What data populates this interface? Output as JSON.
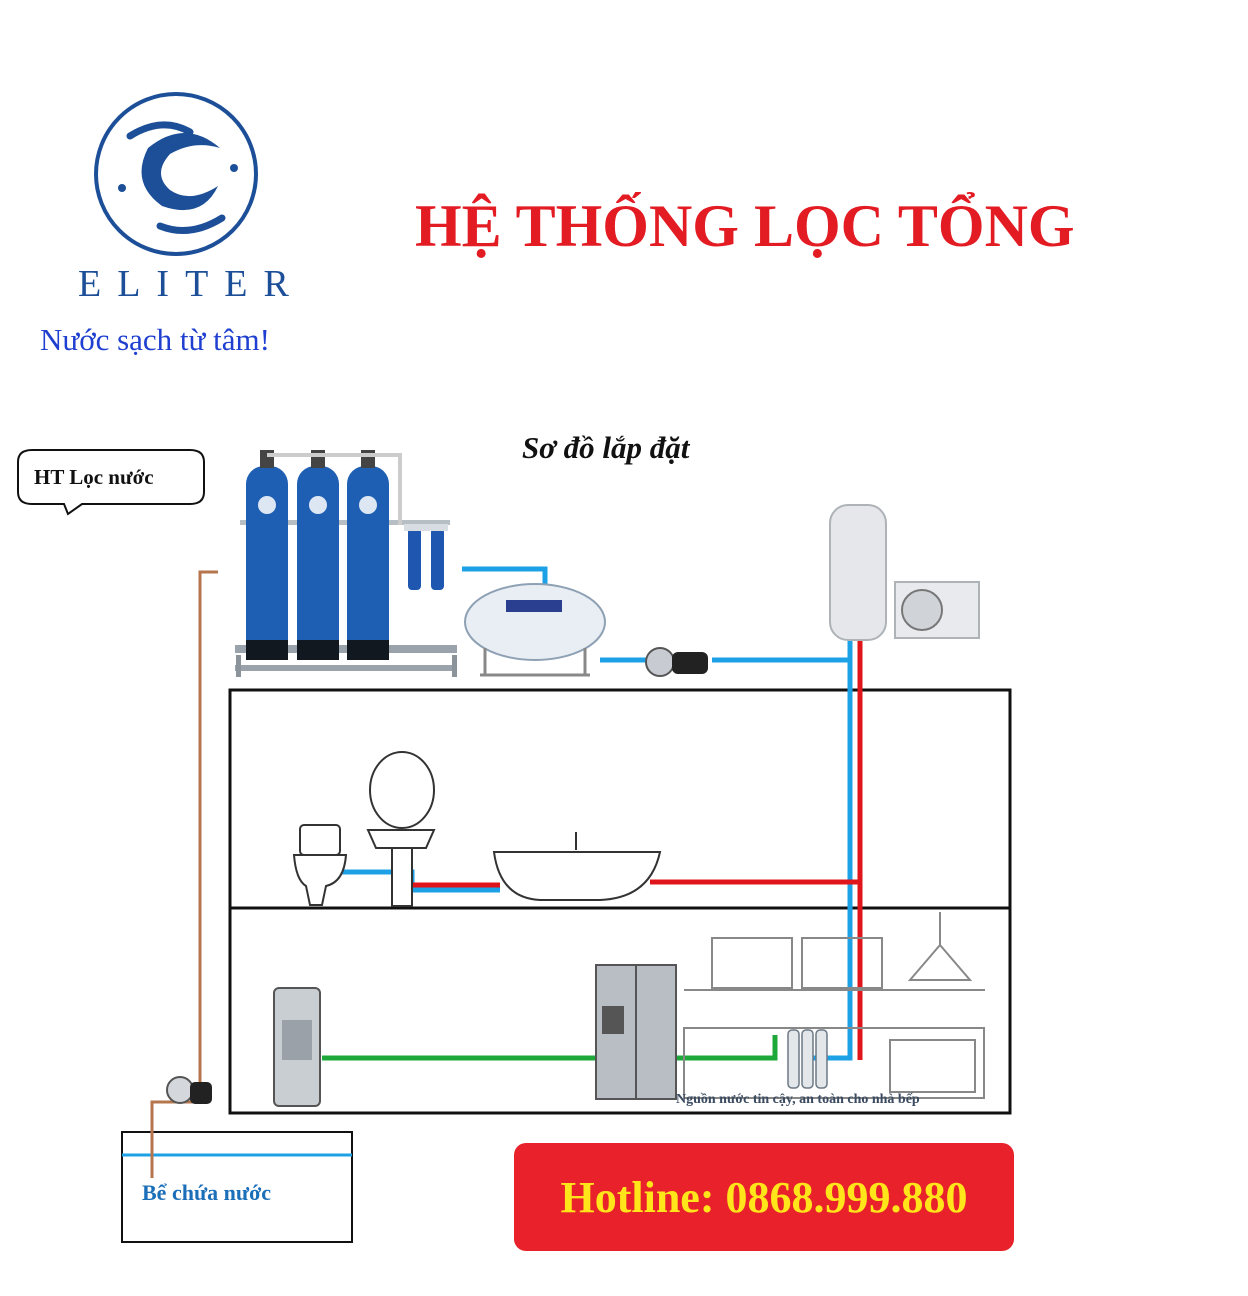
{
  "header": {
    "brand_name": "ELITER",
    "slogan": "Nước sạch từ tâm!",
    "title": "HỆ THỐNG LỌC TỔNG"
  },
  "diagram": {
    "subtitle": "Sơ đồ lắp đặt",
    "filter_system_label": "HT Lọc nước",
    "storage_tank_label": "Bể chứa nước",
    "kitchen_caption": "Nguồn nước tin cậy, an toàn cho nhà bếp",
    "pipe_colors": {
      "cold": "#1da1e6",
      "hot": "#e0141b",
      "drinking": "#1fa83a",
      "supply": "#b5764c"
    }
  },
  "contact": {
    "hotline": "Hotline: 0868.999.880"
  },
  "colors": {
    "title_red": "#e31b23",
    "brand_blue": "#1d4f98",
    "hotline_bg": "#e8212a",
    "hotline_text": "#ffe51a"
  }
}
